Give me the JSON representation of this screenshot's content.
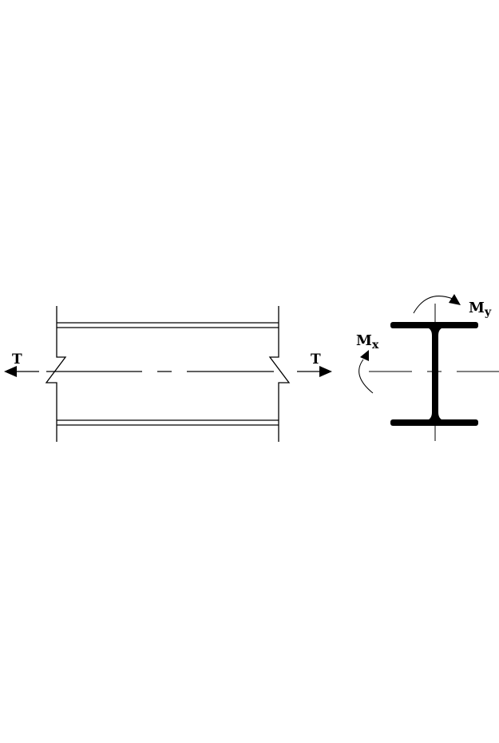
{
  "figure": {
    "description": "Beam segment under axial tension T with I-section cross-section showing bending moments Mx and My",
    "colors": {
      "line": "#000000",
      "background": "#ffffff"
    }
  },
  "beam": {
    "tension_left_label": "T",
    "tension_right_label": "T",
    "left_arrow_icon": "arrow-left-icon",
    "right_arrow_icon": "arrow-right-icon"
  },
  "section": {
    "moment_x_label": "M",
    "moment_x_subscript": "x",
    "moment_y_label": "M",
    "moment_y_subscript": "y",
    "moment_x_icon": "curved-arrow-icon",
    "moment_y_icon": "curved-arrow-icon"
  }
}
